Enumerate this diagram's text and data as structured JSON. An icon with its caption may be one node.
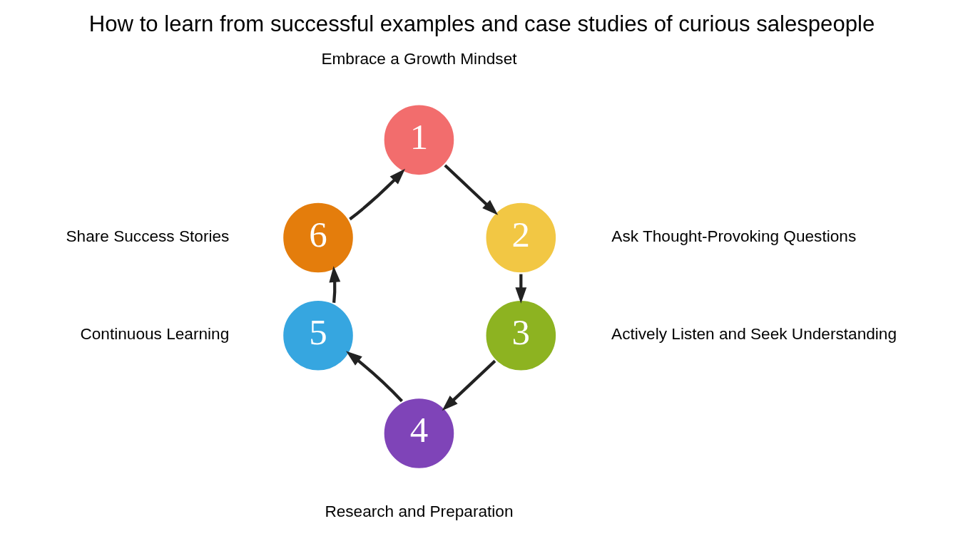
{
  "diagram": {
    "title": "How to learn from successful examples and case studies of curious salespeople",
    "nodes": [
      {
        "text": [
          "1"
        ],
        "beside": [
          "Embrace a Growth Mindset"
        ]
      },
      {
        "text": [
          "2"
        ],
        "beside": [
          "Ask Thought-Provoking Questions"
        ]
      },
      {
        "text": [
          "3"
        ],
        "beside": [
          "Actively Listen and Seek Understanding"
        ]
      },
      {
        "text": [
          "4"
        ],
        "beside": [
          "Research and Preparation"
        ]
      },
      {
        "text": [
          "5"
        ],
        "beside": [
          "Continuous Learning"
        ]
      },
      {
        "text": [
          "6"
        ],
        "beside": [
          "Share Success Stories"
        ]
      }
    ],
    "edges": [
      {
        "from": 0,
        "to": 1,
        "arrow": "to"
      },
      {
        "from": 1,
        "to": 2,
        "arrow": "to"
      },
      {
        "from": 2,
        "to": 3,
        "arrow": "to"
      },
      {
        "from": 3,
        "to": 4,
        "arrow": "to"
      },
      {
        "from": 4,
        "to": 5,
        "arrow": "to"
      },
      {
        "from": 5,
        "to": 0,
        "arrow": "to"
      }
    ]
  }
}
